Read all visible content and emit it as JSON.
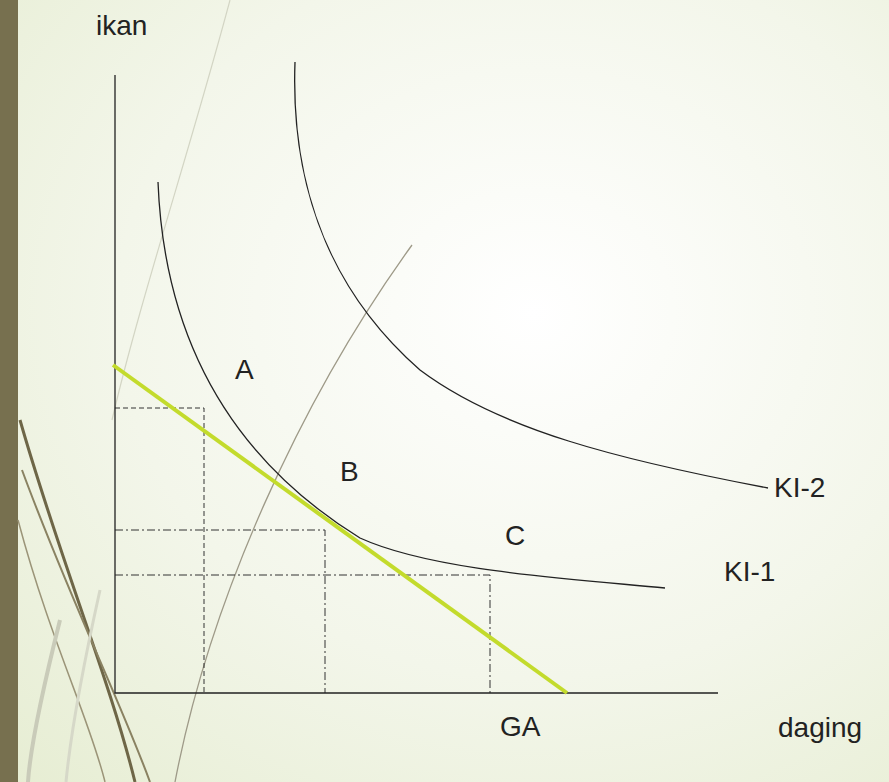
{
  "diagram": {
    "labels": [
      "ikan",
      "A",
      "B",
      "KI-2",
      "C",
      "KI-1",
      "GA",
      "daging"
    ]
  }
}
